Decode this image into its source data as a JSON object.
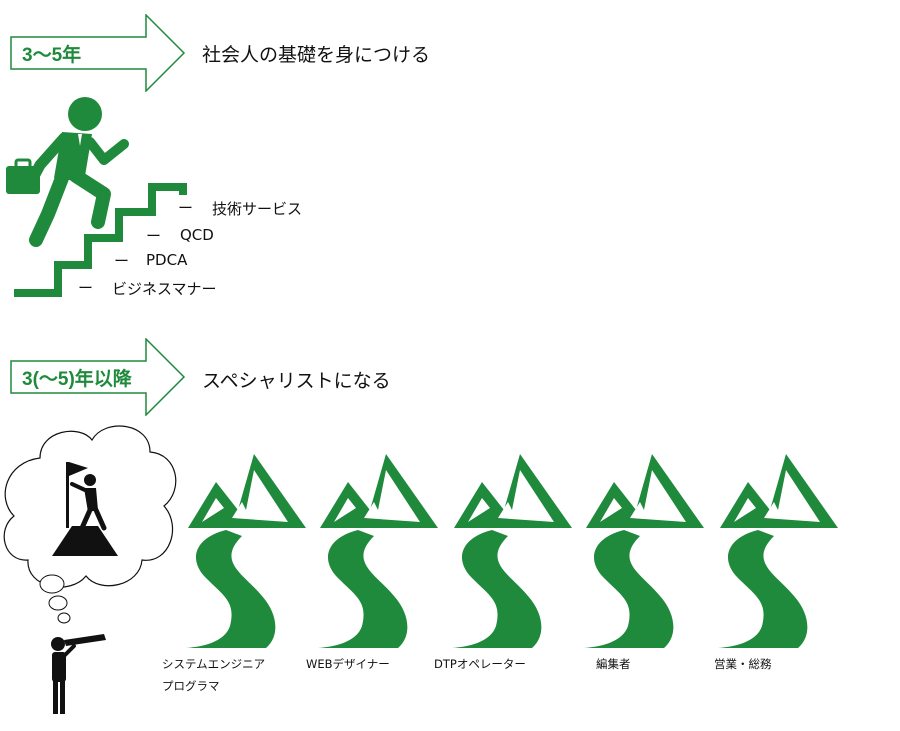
{
  "section1": {
    "arrow_label": "3〜5年",
    "heading": "社会人の基礎を身につける",
    "steps": [
      {
        "dash": "ー",
        "label": "技術サービス"
      },
      {
        "dash": "ー",
        "label": "QCD"
      },
      {
        "dash": "ー",
        "label": "PDCA"
      },
      {
        "dash": "ー",
        "label": "ビジネスマナー"
      }
    ]
  },
  "section2": {
    "arrow_label": "3(〜5)年以降",
    "heading": "スペシャリストになる",
    "careers": [
      {
        "line1": "システムエンジニア",
        "line2": "プログラマ"
      },
      {
        "line1": "WEBデザイナー"
      },
      {
        "line1": "DTPオペレーター"
      },
      {
        "line1": "編集者"
      },
      {
        "line1": "営業・総務"
      }
    ]
  },
  "colors": {
    "accent": "#1f8a3c",
    "dark": "#111111"
  },
  "icons": [
    "arrow-banner-icon",
    "climbing-stairs-businessman-icon",
    "thought-cloud-icon",
    "summit-flag-climber-icon",
    "telescope-person-icon",
    "mountain-path-icon"
  ]
}
